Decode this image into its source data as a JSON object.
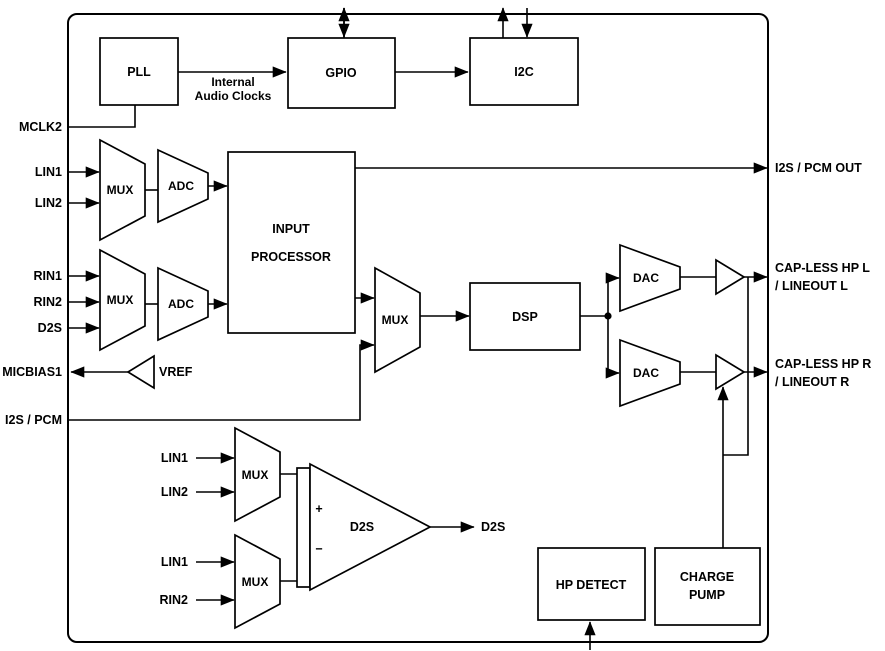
{
  "colors": {
    "line": "#000000",
    "background": "#ffffff"
  },
  "clocks": {
    "pll": "PLL",
    "gpio": "GPIO",
    "i2c": "I2C",
    "internal_line1": "Internal",
    "internal_line2": "Audio Clocks"
  },
  "left_pins": {
    "mclk2": "MCLK2",
    "lin1": "LIN1",
    "lin2": "LIN2",
    "rin1": "RIN1",
    "rin2": "RIN2",
    "d2s": "D2S",
    "micbias1": "MICBIAS1",
    "i2s_pcm": "I2S / PCM"
  },
  "right_pins": {
    "i2s_pcm_out": "I2S / PCM OUT",
    "hp_l_1": "CAP-LESS HP L",
    "hp_l_2": "/ LINEOUT L",
    "hp_r_1": "CAP-LESS HP R",
    "hp_r_2": "/ LINEOUT R"
  },
  "blocks": {
    "mux": "MUX",
    "adc": "ADC",
    "dac": "DAC",
    "vref": "VREF",
    "input_processor_1": "INPUT",
    "input_processor_2": "PROCESSOR",
    "dsp": "DSP",
    "hp_detect": "HP DETECT",
    "charge_pump_1": "CHARGE",
    "charge_pump_2": "PUMP"
  },
  "d2s_block": {
    "in_lin1_top": "LIN1",
    "in_lin2": "LIN2",
    "in_lin1_bottom": "LIN1",
    "in_rin2": "RIN2",
    "plus": "+",
    "minus": "−",
    "amp": "D2S",
    "out": "D2S"
  }
}
